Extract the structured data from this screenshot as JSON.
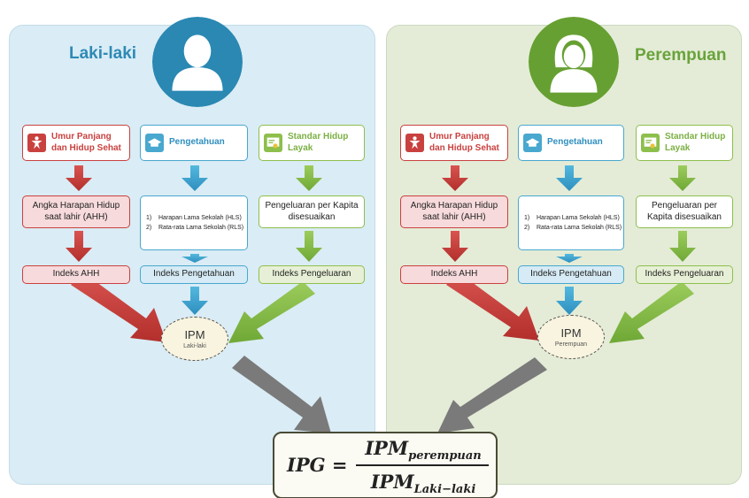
{
  "left": {
    "title": "Laki-laki",
    "col1": {
      "header": "Umur Panjang dan Hidup Sehat",
      "indicator": "Angka Harapan Hidup saat lahir (AHH)",
      "index": "Indeks AHH"
    },
    "col2": {
      "header": "Pengetahuan",
      "items": [
        {
          "num": "1)",
          "text": "Harapan Lama Sekolah (HLS)"
        },
        {
          "num": "2)",
          "text": "Rata-rata Lama Sekolah (RLS)"
        }
      ],
      "index": "Indeks Pengetahuan"
    },
    "col3": {
      "header": "Standar Hidup Layak",
      "indicator": "Pengeluaran per Kapita disesuaikan",
      "index": "Indeks Pengeluaran"
    },
    "ipm": {
      "label": "IPM",
      "sub": "Laki-laki"
    }
  },
  "right": {
    "title": "Perempuan",
    "col1": {
      "header": "Umur Panjang dan Hidup Sehat",
      "indicator": "Angka Harapan Hidup saat lahir (AHH)",
      "index": "Indeks AHH"
    },
    "col2": {
      "header": "Pengetahuan",
      "items": [
        {
          "num": "1)",
          "text": "Harapan Lama Sekolah (HLS)"
        },
        {
          "num": "2)",
          "text": "Rata-rata Lama Sekolah (RLS)"
        }
      ],
      "index": "Indeks Pengetahuan"
    },
    "col3": {
      "header": "Standar Hidup Layak",
      "indicator": "Pengeluaran per Kapita disesuaikan",
      "index": "Indeks Pengeluaran"
    },
    "ipm": {
      "label": "IPM",
      "sub": "Perempuan"
    }
  },
  "formula": {
    "lhs": "IPG =",
    "numerator": "IPM",
    "numerator_sub": "perempuan",
    "denominator": "IPM",
    "denominator_sub": "Laki−laki"
  },
  "colors": {
    "health": "#c9413f",
    "education": "#48a8cf",
    "living": "#8dbf4c",
    "male_title": "#2e8ab5",
    "female_title": "#69a33a",
    "panel_male": "#daecf5",
    "panel_female": "#e4ecd7",
    "final_arrow": "#7a7a7a"
  },
  "icons": {
    "male_avatar": "male-avatar-icon",
    "female_avatar": "female-avatar-icon",
    "health": "health-person-icon",
    "education": "graduation-cap-icon",
    "living": "certificate-icon"
  }
}
